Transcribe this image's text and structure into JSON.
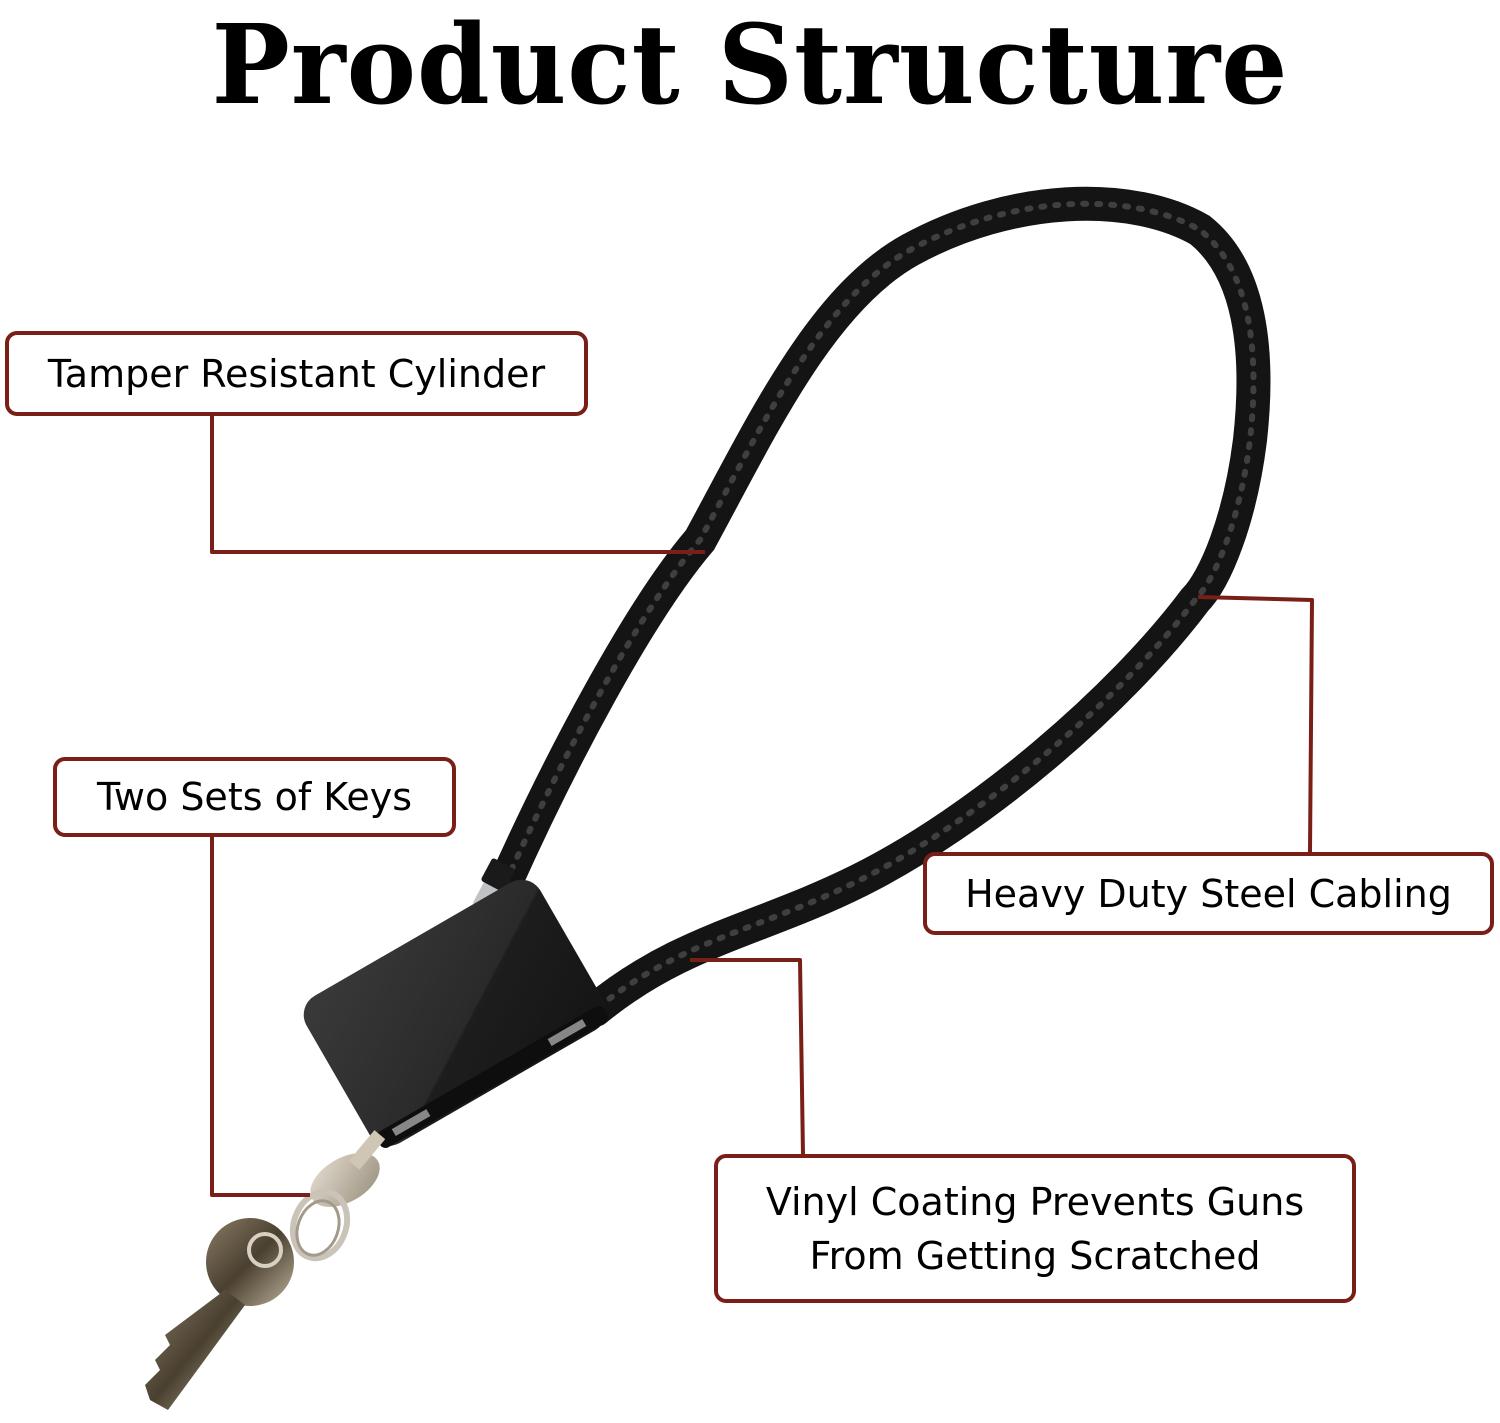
{
  "header": {
    "title": "Product Structure"
  },
  "callouts": {
    "cylinder": {
      "label": "Tamper Resistant Cylinder"
    },
    "keys": {
      "label": "Two Sets of Keys"
    },
    "cabling": {
      "label": "Heavy Duty Steel Cabling"
    },
    "coating": {
      "line1": "Vinyl Coating Prevents Guns",
      "line2": "From Getting Scratched"
    }
  },
  "colors": {
    "callout_border": "#7a1f17",
    "leader_line": "#7a1f17",
    "cable": "#141414",
    "lock_body": "#262626",
    "key": "#b8ad9c"
  },
  "icons": {
    "product": "cable-lock-icon",
    "keys": "key-icon"
  }
}
